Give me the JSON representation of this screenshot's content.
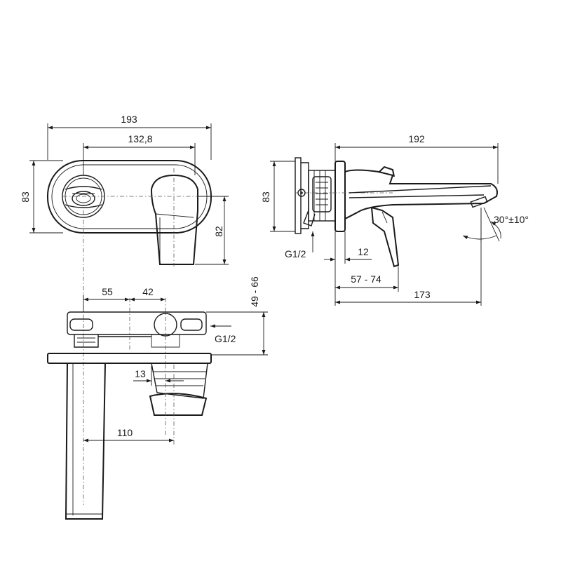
{
  "front_view": {
    "width_total": "193",
    "width_axis": "132,8",
    "height_plate": "83",
    "height_lever": "82"
  },
  "side_view": {
    "projection": "192",
    "height_plate": "83",
    "inlet": "G1/2",
    "plate_depth": "12",
    "wall_range": "57 - 74",
    "spout_reach": "173",
    "angle": "30°±10°"
  },
  "top_view": {
    "offset_a": "55",
    "offset_b": "42",
    "depth_range": "49 - 66",
    "inlet": "G1/2",
    "lever_width": "13",
    "spout_offset": "110"
  }
}
